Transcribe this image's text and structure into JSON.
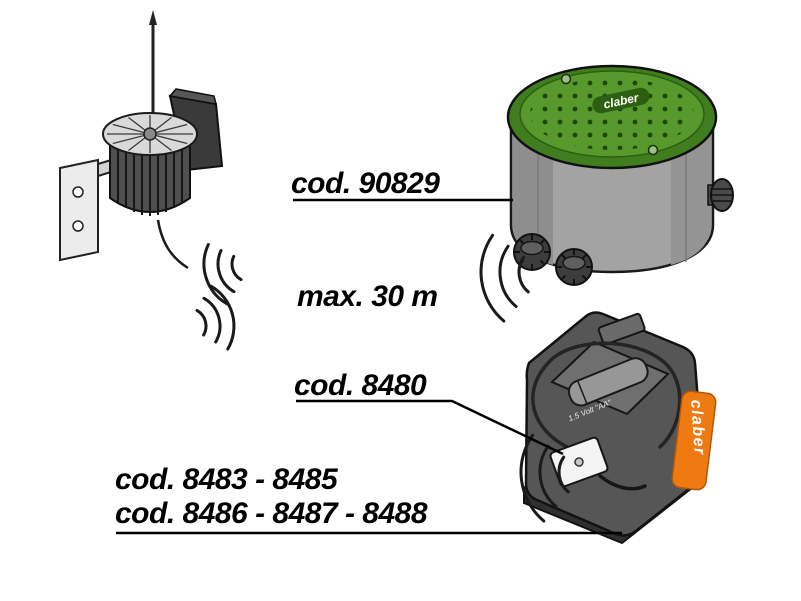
{
  "diagram": {
    "labels": {
      "valve_box_code": "cod. 90829",
      "range": "max. 30 m",
      "module_code": "cod. 8480",
      "timer_codes_line1": "cod. 8483 - 8485",
      "timer_codes_line2": "cod. 8486 - 8487 - 8488"
    },
    "brand": "claber",
    "battery_label": "1.5 Volt \"AA\"",
    "colors": {
      "lid_green": "#57992c",
      "lid_green_dark": "#2c5f12",
      "label_orange": "#ef7a12",
      "outline": "#1a1a1a"
    }
  }
}
